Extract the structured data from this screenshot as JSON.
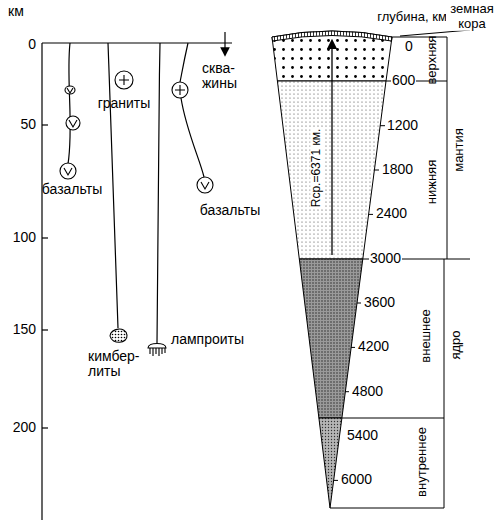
{
  "diagram": {
    "labels": [
      "км",
      "0",
      "50",
      "100",
      "150",
      "200",
      "граниты",
      "сква- жины",
      "базальты",
      "базальты",
      "кимбер- литы",
      "лампроиты",
      "глубина, км",
      "земная кора",
      "0",
      "600",
      "1200",
      "1800",
      "2400",
      "3000",
      "3600",
      "4200",
      "4800",
      "5400",
      "6000",
      "Rср.=6371 км.",
      "верхняя",
      "нижняя",
      "мантия",
      "внешнее",
      "внутреннее",
      "ядро"
    ]
  }
}
